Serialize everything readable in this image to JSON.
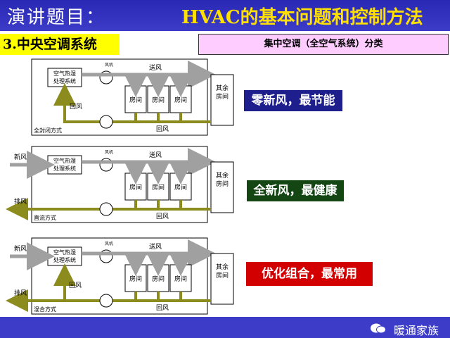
{
  "title": {
    "prefix": "演讲题目：",
    "main": "HVAC的基本问题和控制方法"
  },
  "section": {
    "label": "3.中央空调系统"
  },
  "category_header": "集中空调（全空气系统）分类",
  "diagram": {
    "ahu_label_1": "空气热湿",
    "ahu_label_2": "处理系统",
    "fan_label": "风机",
    "supply": "送风",
    "return": "回风",
    "room": "房间",
    "other_room_1": "其余",
    "other_room_2": "房间",
    "fresh_air": "新风",
    "exhaust": "排风",
    "mode_1": "全封闭方式",
    "mode_2": "直流方式",
    "mode_3": "混合方式"
  },
  "tags": {
    "tag1": "零新风，最节能",
    "tag2": "全新风，最健康",
    "tag3": "优化组合，最常用"
  },
  "footer": {
    "brand": "暖通家族"
  },
  "colors": {
    "title_bg": "#3c3cc8",
    "title_accent": "#ffe000",
    "duct": "#8c8c1e",
    "arrow": "#a0a0a0"
  }
}
